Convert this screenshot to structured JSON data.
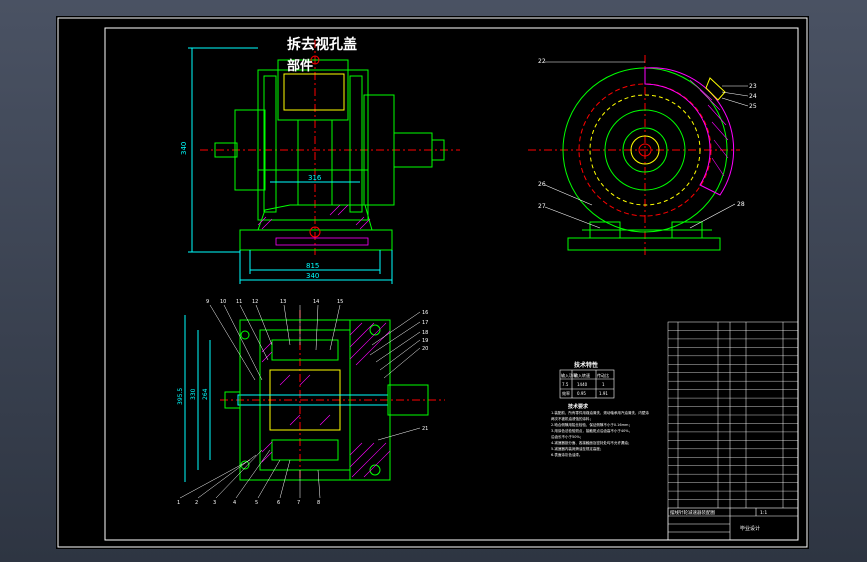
{
  "drawing": {
    "title_annotation": "拆去视孔盖",
    "title_annotation_2": "部件",
    "front_view": {
      "dim_height": "340",
      "dim_width_inner": "316",
      "dim_width_base_1": "815",
      "dim_width_base_2": "340"
    },
    "section_view": {
      "dim_left_1": "395.5",
      "dim_left_2": "330",
      "dim_left_3": "264",
      "top_balloons": [
        "9",
        "10",
        "11",
        "12",
        "13",
        "14",
        "15"
      ],
      "right_balloons": [
        "16",
        "17",
        "18",
        "19",
        "20",
        "21"
      ],
      "bottom_balloons": [
        "1",
        "2",
        "3",
        "4",
        "5",
        "6",
        "7",
        "8"
      ]
    },
    "side_view": {
      "balloons_top": [
        "22",
        "23",
        "24",
        "25"
      ],
      "balloons_side": [
        "26",
        "27",
        "28"
      ]
    },
    "spec_table": {
      "title": "技术特性",
      "headers": [
        "输入功率",
        "输入转速",
        "传动比"
      ],
      "row1": [
        "7.5",
        "1440",
        "1"
      ],
      "row2": [
        "效率",
        "0.95",
        "1.91"
      ]
    },
    "tech_req": {
      "title": "技术要求",
      "lines": [
        "1.装配前，所有零件用煤油清洗，滚动轴承用汽油清洗，内壁涂",
        "  两次不被机油浸蚀的涂料；",
        "2.啮合侧隙用铅丝检验，保证侧隙不小于0.16mm；",
        "3.用涂色法检验斑点，接触斑点沿齿高不小于40%，",
        "  沿齿长不小于50%；",
        "4.减速器剖分面、各接触面及密封处均不允许漏油；",
        "5.减速器内装润滑油至规定高度；",
        "6.表面涂灰色油漆。"
      ]
    },
    "title_block": {
      "drawing_name": "摆线针轮减速器装配图",
      "scale": "1:1",
      "material_note": "毕业设计"
    },
    "parts_list_rows": 22
  },
  "colors": {
    "background": "#000000",
    "frame": "#ffffff",
    "outline": "#00ff00",
    "hidden": "#ff0000",
    "dimension": "#00ffff",
    "hatch": "#ff00ff",
    "text": "#ffffff",
    "yellow": "#ffff00"
  }
}
